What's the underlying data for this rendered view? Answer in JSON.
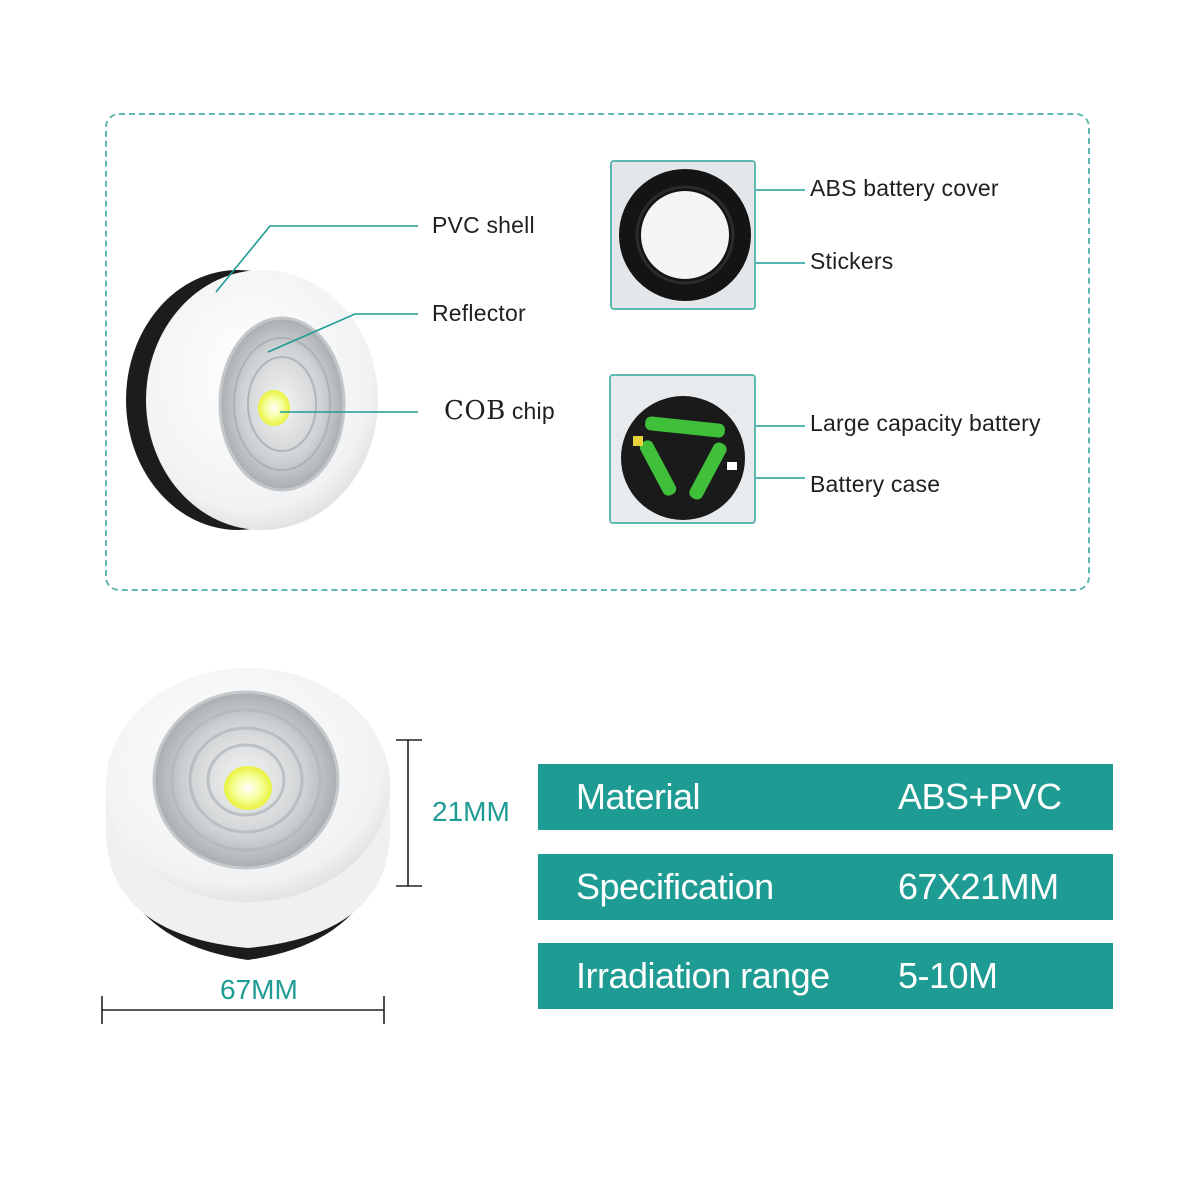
{
  "parts": {
    "pvc_shell": "PVC shell",
    "reflector": "Reflector",
    "cob": "COB",
    "chip": "chip",
    "abs_cover": "ABS battery cover",
    "stickers": "Stickers",
    "large_battery": "Large capacity battery",
    "battery_case": "Battery case"
  },
  "dimensions": {
    "height": "21MM",
    "width": "67MM"
  },
  "specs": [
    {
      "key": "Material",
      "value": "ABS+PVC"
    },
    {
      "key": "Specification",
      "value": "67X21MM"
    },
    {
      "key": "Irradiation range",
      "value": "5-10M"
    }
  ],
  "colors": {
    "accent": "#1e9c93",
    "outline": "#5fb8b0"
  }
}
